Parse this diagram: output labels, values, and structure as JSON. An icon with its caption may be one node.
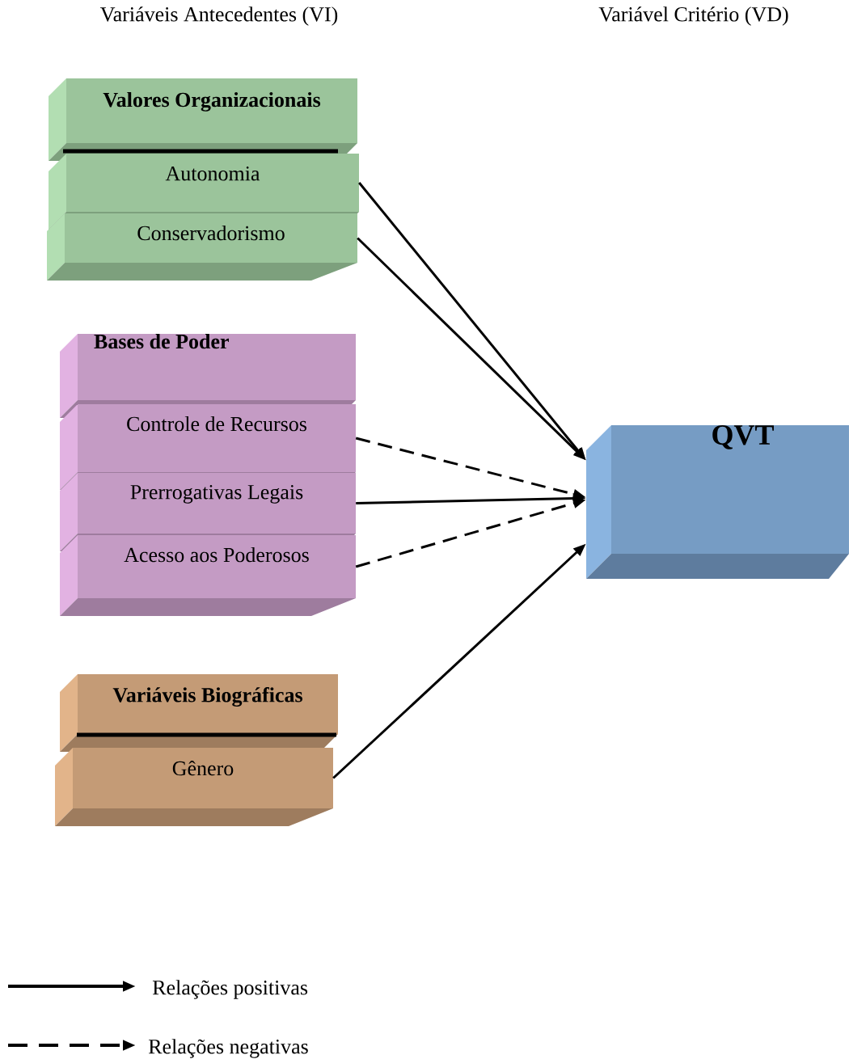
{
  "diagram": {
    "nodes": [
      {
        "text": [
          "Valores Organizacionais"
        ]
      },
      {
        "text": [
          "Autonomia"
        ]
      },
      {
        "text": [
          "Conservadorismo"
        ]
      },
      {
        "text": [
          "Bases de Poder"
        ]
      },
      {
        "text": [
          "Controle de Recursos"
        ]
      },
      {
        "text": [
          "Prerrogativas Legais"
        ]
      },
      {
        "text": [
          "Acesso aos Poderosos"
        ]
      },
      {
        "text": [
          "Variáveis Biográficas"
        ]
      },
      {
        "text": [
          "Gênero"
        ]
      },
      {
        "text": [
          "QVT"
        ]
      }
    ],
    "edges": [
      {
        "from": 1,
        "to": 9,
        "arrow": "to"
      },
      {
        "from": 2,
        "to": 9,
        "arrow": "to"
      },
      {
        "from": 4,
        "to": 9,
        "arrow": "to",
        "style": "dashed"
      },
      {
        "from": 5,
        "to": 9,
        "arrow": "to"
      },
      {
        "from": 6,
        "to": 9,
        "arrow": "to",
        "style": "dashed"
      },
      {
        "from": 8,
        "to": 9,
        "arrow": "to"
      }
    ],
    "labels": [
      "Variáveis Antecedentes (VI)",
      "Variável Critério (VD)"
    ],
    "legend": [
      {
        "text": "Relações positivas"
      },
      {
        "text": "Relações negativas"
      }
    ]
  }
}
